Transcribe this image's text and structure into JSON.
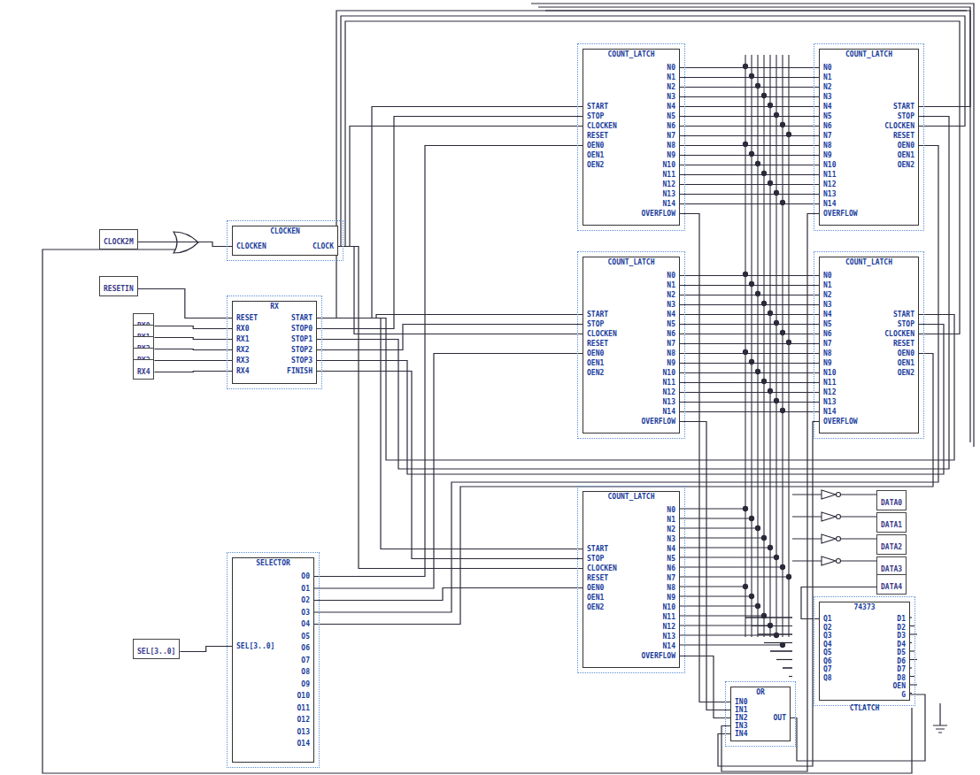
{
  "diagram": {
    "nodes": [
      {
        "text": [
          "CLOCK2M"
        ]
      },
      {
        "text": [
          "RESETIN"
        ]
      },
      {
        "text": [
          "RX0"
        ]
      },
      {
        "text": [
          "RX1"
        ]
      },
      {
        "text": [
          "RX2"
        ]
      },
      {
        "text": [
          "RX3"
        ]
      },
      {
        "text": [
          "RX4"
        ]
      },
      {
        "text": [
          "SEL[3..0]"
        ]
      },
      {
        "text": [
          "CLOCKEN",
          "CLOCKEN",
          "CLOCK"
        ]
      },
      {
        "text": [
          "RX",
          "RESET",
          "RX0",
          "RX1",
          "RX2",
          "RX3",
          "RX4",
          "START",
          "STOP0",
          "STOP1",
          "STOP2",
          "STOP3",
          "FINISH"
        ]
      },
      {
        "text": [
          "COUNT_LATCH",
          "START",
          "STOP",
          "CLOCKEN",
          "RESET",
          "OEN0",
          "OEN1",
          "OEN2",
          "N0",
          "N1",
          "N2",
          "N3",
          "N4",
          "N5",
          "N6",
          "N7",
          "N8",
          "N9",
          "N10",
          "N11",
          "N12",
          "N13",
          "N14",
          "OVERFLOW"
        ]
      },
      {
        "text": [
          "COUNT_LATCH",
          "START",
          "STOP",
          "CLOCKEN",
          "RESET",
          "OEN0",
          "OEN1",
          "OEN2",
          "N0",
          "N1",
          "N2",
          "N3",
          "N4",
          "N5",
          "N6",
          "N7",
          "N8",
          "N9",
          "N10",
          "N11",
          "N12",
          "N13",
          "N14",
          "OVERFLOW"
        ]
      },
      {
        "text": [
          "COUNT_LATCH",
          "START",
          "STOP",
          "CLOCKEN",
          "RESET",
          "OEN0",
          "OEN1",
          "OEN2",
          "N0",
          "N1",
          "N2",
          "N3",
          "N4",
          "N5",
          "N6",
          "N7",
          "N8",
          "N9",
          "N10",
          "N11",
          "N12",
          "N13",
          "N14",
          "OVERFLOW"
        ]
      },
      {
        "text": [
          "COUNT_LATCH",
          "START",
          "STOP",
          "CLOCKEN",
          "RESET",
          "OEN0",
          "OEN1",
          "OEN2",
          "N0",
          "N1",
          "N2",
          "N3",
          "N4",
          "N5",
          "N6",
          "N7",
          "N8",
          "N9",
          "N10",
          "N11",
          "N12",
          "N13",
          "N14",
          "OVERFLOW"
        ]
      },
      {
        "text": [
          "COUNT_LATCH",
          "START",
          "STOP",
          "CLOCKEN",
          "RESET",
          "OEN0",
          "OEN1",
          "OEN2",
          "N0",
          "N1",
          "N2",
          "N3",
          "N4",
          "N5",
          "N6",
          "N7",
          "N8",
          "N9",
          "N10",
          "N11",
          "N12",
          "N13",
          "N14",
          "OVERFLOW"
        ]
      },
      {
        "text": [
          "SELECTOR",
          "SEL[3..0]",
          "O0",
          "O1",
          "O2",
          "O3",
          "O4",
          "O5",
          "O6",
          "O7",
          "O8",
          "O9",
          "O10",
          "O11",
          "O12",
          "O13",
          "O14"
        ]
      },
      {
        "text": [
          "OR",
          "IN0",
          "IN1",
          "IN2",
          "IN3",
          "IN4",
          "OUT"
        ]
      },
      {
        "text": [
          "74373",
          "Q1",
          "Q2",
          "Q3",
          "Q4",
          "Q5",
          "Q6",
          "Q7",
          "Q8",
          "D1",
          "D2",
          "D3",
          "D4",
          "D5",
          "D6",
          "D7",
          "D8",
          "OEN",
          "G",
          "CTLATCH"
        ]
      },
      {
        "text": [
          "DATA0"
        ]
      },
      {
        "text": [
          "DATA1"
        ]
      },
      {
        "text": [
          "DATA2"
        ]
      },
      {
        "text": [
          "DATA3"
        ]
      },
      {
        "text": [
          "DATA4"
        ]
      }
    ],
    "edges": [
      {
        "from": 0,
        "to": 8,
        "arrow": "none"
      },
      {
        "from": 1,
        "to": 9,
        "arrow": "none"
      },
      {
        "from": 2,
        "to": 9,
        "arrow": "none"
      },
      {
        "from": 3,
        "to": 9,
        "arrow": "none"
      },
      {
        "from": 4,
        "to": 9,
        "arrow": "none"
      },
      {
        "from": 5,
        "to": 9,
        "arrow": "none"
      },
      {
        "from": 6,
        "to": 9,
        "arrow": "none"
      },
      {
        "from": 7,
        "to": 15,
        "arrow": "none"
      },
      {
        "from": 8,
        "to": 10,
        "arrow": "none"
      },
      {
        "from": 8,
        "to": 12,
        "arrow": "none"
      },
      {
        "from": 8,
        "to": 14,
        "arrow": "none"
      },
      {
        "from": 8,
        "to": 11,
        "arrow": "none"
      },
      {
        "from": 8,
        "to": 13,
        "arrow": "none"
      },
      {
        "from": 9,
        "to": 10,
        "arrow": "none"
      },
      {
        "from": 9,
        "to": 12,
        "arrow": "none"
      },
      {
        "from": 9,
        "to": 14,
        "arrow": "none"
      },
      {
        "from": 9,
        "to": 11,
        "arrow": "none"
      },
      {
        "from": 9,
        "to": 13,
        "arrow": "none"
      },
      {
        "from": 9,
        "to": 10,
        "arrow": "none"
      },
      {
        "from": 9,
        "to": 11,
        "arrow": "none"
      },
      {
        "from": 9,
        "to": 12,
        "arrow": "none"
      },
      {
        "from": 9,
        "to": 13,
        "arrow": "none"
      },
      {
        "from": 9,
        "to": 14,
        "arrow": "none"
      },
      {
        "from": 15,
        "to": 10,
        "arrow": "none"
      },
      {
        "from": 15,
        "to": 12,
        "arrow": "none"
      },
      {
        "from": 15,
        "to": 14,
        "arrow": "none"
      },
      {
        "from": 15,
        "to": 11,
        "arrow": "none"
      },
      {
        "from": 15,
        "to": 13,
        "arrow": "none"
      },
      {
        "from": 10,
        "to": 16,
        "arrow": "none"
      },
      {
        "from": 12,
        "to": 16,
        "arrow": "none"
      },
      {
        "from": 14,
        "to": 16,
        "arrow": "none"
      },
      {
        "from": 11,
        "to": 16,
        "arrow": "none"
      },
      {
        "from": 13,
        "to": 16,
        "arrow": "none"
      },
      {
        "from": 16,
        "to": 17,
        "arrow": "none"
      },
      {
        "from": 17,
        "to": 22,
        "arrow": "none"
      },
      {
        "from": 10,
        "to": 11,
        "arrow": "none"
      },
      {
        "from": 10,
        "to": 11,
        "arrow": "none"
      },
      {
        "from": 10,
        "to": 11,
        "arrow": "none"
      },
      {
        "from": 10,
        "to": 11,
        "arrow": "none"
      },
      {
        "from": 10,
        "to": 11,
        "arrow": "none"
      },
      {
        "from": 10,
        "to": 11,
        "arrow": "none"
      },
      {
        "from": 10,
        "to": 11,
        "arrow": "none"
      },
      {
        "from": 10,
        "to": 11,
        "arrow": "none"
      },
      {
        "from": 10,
        "to": 11,
        "arrow": "none"
      },
      {
        "from": 10,
        "to": 11,
        "arrow": "none"
      },
      {
        "from": 10,
        "to": 11,
        "arrow": "none"
      },
      {
        "from": 10,
        "to": 11,
        "arrow": "none"
      },
      {
        "from": 10,
        "to": 11,
        "arrow": "none"
      },
      {
        "from": 10,
        "to": 11,
        "arrow": "none"
      },
      {
        "from": 10,
        "to": 11,
        "arrow": "none"
      },
      {
        "from": 12,
        "to": 13,
        "arrow": "none"
      },
      {
        "from": 12,
        "to": 13,
        "arrow": "none"
      },
      {
        "from": 12,
        "to": 13,
        "arrow": "none"
      },
      {
        "from": 12,
        "to": 13,
        "arrow": "none"
      },
      {
        "from": 12,
        "to": 13,
        "arrow": "none"
      },
      {
        "from": 12,
        "to": 13,
        "arrow": "none"
      },
      {
        "from": 12,
        "to": 13,
        "arrow": "none"
      },
      {
        "from": 12,
        "to": 13,
        "arrow": "none"
      },
      {
        "from": 12,
        "to": 13,
        "arrow": "none"
      },
      {
        "from": 12,
        "to": 13,
        "arrow": "none"
      },
      {
        "from": 12,
        "to": 13,
        "arrow": "none"
      },
      {
        "from": 12,
        "to": 13,
        "arrow": "none"
      },
      {
        "from": 12,
        "to": 13,
        "arrow": "none"
      },
      {
        "from": 12,
        "to": 13,
        "arrow": "none"
      },
      {
        "from": 12,
        "to": 13,
        "arrow": "none"
      }
    ]
  }
}
